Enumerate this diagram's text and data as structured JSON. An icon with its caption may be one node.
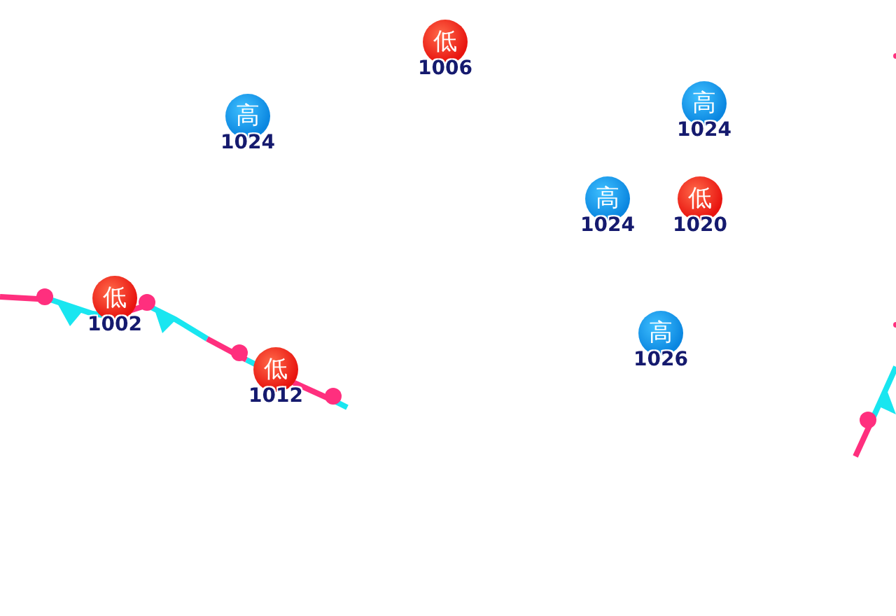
{
  "diagram": {
    "nodes": [
      {
        "text": [
          "低",
          "1006"
        ]
      },
      {
        "text": [
          "高",
          "1024"
        ]
      },
      {
        "text": [
          "高",
          "1024"
        ]
      },
      {
        "text": [
          "高",
          "1024"
        ]
      },
      {
        "text": [
          "低",
          "1020"
        ]
      },
      {
        "text": [
          "低",
          "1002"
        ]
      },
      {
        "text": [
          "高",
          "1026"
        ]
      },
      {
        "text": [
          "低",
          "1012"
        ]
      }
    ]
  }
}
